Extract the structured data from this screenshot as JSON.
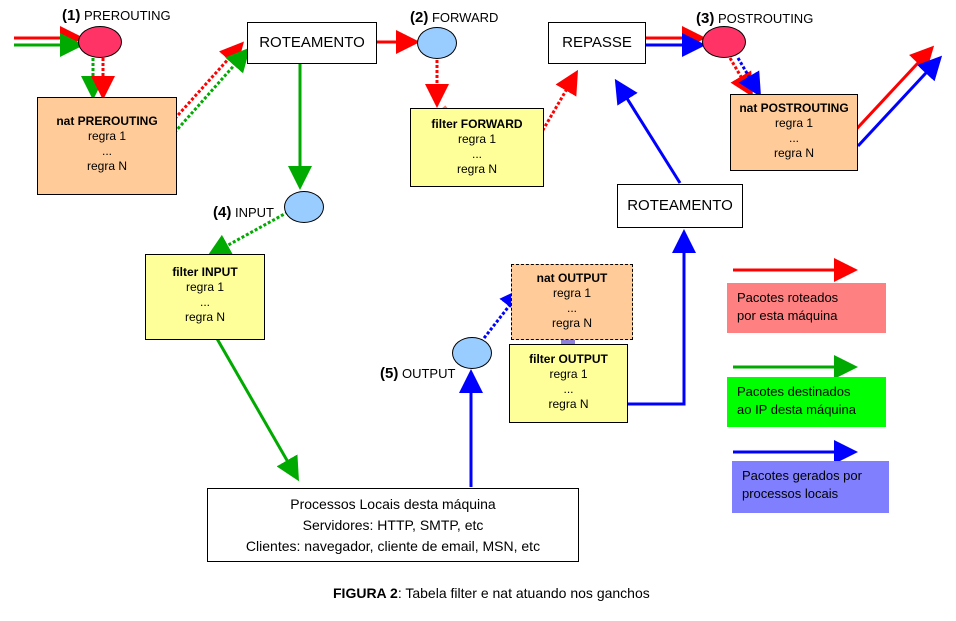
{
  "hooks": {
    "prerouting": {
      "num": "(1)",
      "name": "PREROUTING"
    },
    "forward": {
      "num": "(2)",
      "name": "FORWARD"
    },
    "postrouting": {
      "num": "(3)",
      "name": "POSTROUTING"
    },
    "input": {
      "num": "(4)",
      "name": "INPUT"
    },
    "output": {
      "num": "(5)",
      "name": "OUTPUT"
    }
  },
  "boxes": {
    "roteamento_top": "ROTEAMENTO",
    "repasse": "REPASSE",
    "roteamento_right": "ROTEAMENTO",
    "nat_prerouting": {
      "table": "nat",
      "chain": "PREROUTING",
      "r1": "regra 1",
      "dots": "...",
      "rn": "regra N"
    },
    "filter_forward": {
      "table": "filter",
      "chain": "FORWARD",
      "r1": "regra 1",
      "dots": "...",
      "rn": "regra N"
    },
    "nat_postrouting": {
      "table": "nat",
      "chain": "POSTROUTING",
      "r1": "regra 1",
      "dots": "...",
      "rn": "regra N"
    },
    "filter_input": {
      "table": "filter",
      "chain": "INPUT",
      "r1": "regra 1",
      "dots": "...",
      "rn": "regra N"
    },
    "nat_output": {
      "table": "nat",
      "chain": "OUTPUT",
      "r1": "regra 1",
      "dots": "...",
      "rn": "regra N"
    },
    "filter_output": {
      "table": "filter",
      "chain": "OUTPUT",
      "r1": "regra 1",
      "dots": "...",
      "rn": "regra N"
    },
    "processos": {
      "line1": "Processos Locais desta máquina",
      "line2": "Servidores: HTTP, SMTP, etc",
      "line3": "Clientes: navegador, cliente de email, MSN, etc"
    }
  },
  "legend": [
    {
      "color": "#ff0000",
      "bg": "#ff8080",
      "line1": "Pacotes roteados",
      "line2": "por esta máquina"
    },
    {
      "color": "#00aa00",
      "bg": "#00ff00",
      "line1": "Pacotes destinados",
      "line2": "ao IP desta máquina"
    },
    {
      "color": "#0000ff",
      "bg": "#8080ff",
      "line1": "Pacotes gerados por",
      "line2": "processos locais"
    }
  ],
  "caption": {
    "bold": "FIGURA 2",
    "rest": ": Tabela filter e nat atuando nos ganchos"
  },
  "colors": {
    "red": "#ff0000",
    "green": "#00aa00",
    "blue": "#0000ff",
    "hook_pink": "#ff3366",
    "hook_blue": "#99ccff"
  }
}
